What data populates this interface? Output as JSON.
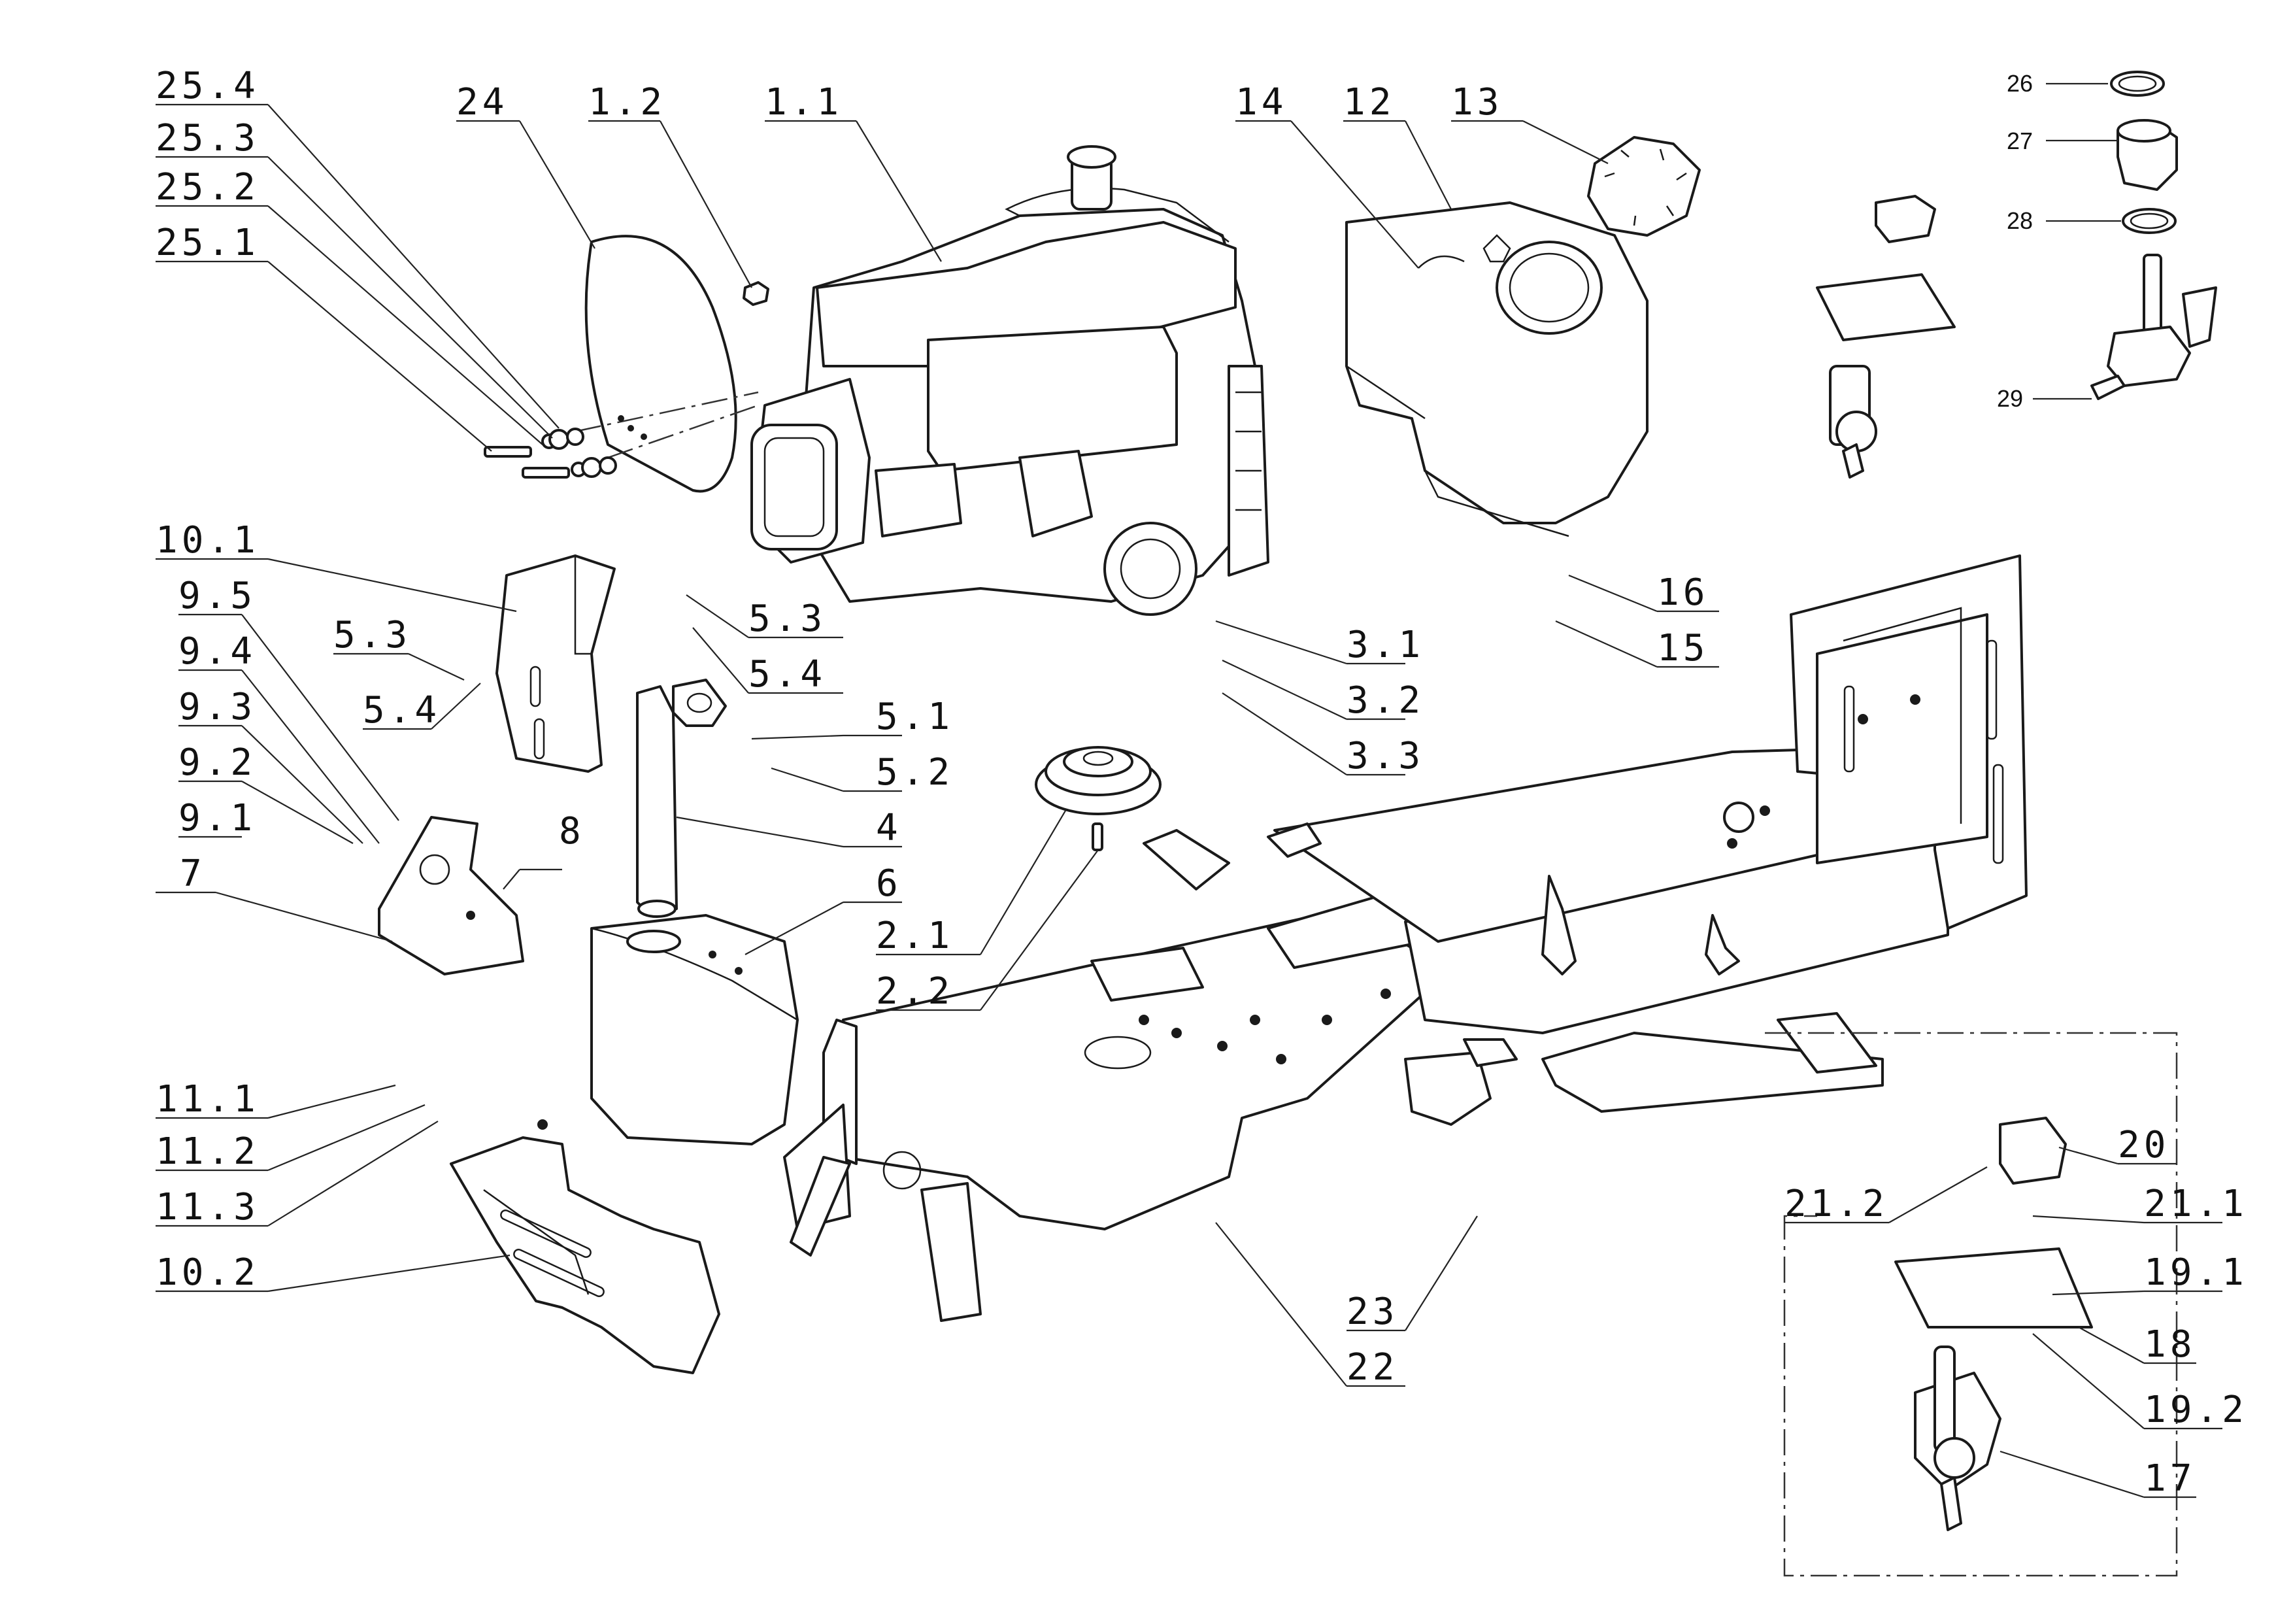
{
  "labels": {
    "l25_4": "25.4",
    "l25_3": "25.3",
    "l25_2": "25.2",
    "l25_1": "25.1",
    "l24": "24",
    "l1_2": "1.2",
    "l1_1": "1.1",
    "l14": "14",
    "l12": "12",
    "l13": "13",
    "l26": "26",
    "l27": "27",
    "l28": "28",
    "l29": "29",
    "l10_1": "10.1",
    "l9_5": "9.5",
    "l9_4": "9.4",
    "l9_3": "9.3",
    "l9_2": "9.2",
    "l9_1": "9.1",
    "l7": "7",
    "l8": "8",
    "l5_3a": "5.3",
    "l5_4a": "5.4",
    "l5_3b": "5.3",
    "l5_4b": "5.4",
    "l5_1": "5.1",
    "l5_2": "5.2",
    "l4": "4",
    "l6": "6",
    "l2_1": "2.1",
    "l2_2": "2.2",
    "l3_1": "3.1",
    "l3_2": "3.2",
    "l3_3": "3.3",
    "l16": "16",
    "l15": "15",
    "l11_1": "11.1",
    "l11_2": "11.2",
    "l11_3": "11.3",
    "l10_2": "10.2",
    "l23": "23",
    "l22": "22",
    "l20": "20",
    "l21_2": "21.2",
    "l21_1": "21.1",
    "l19_1": "19.1",
    "l18": "18",
    "l19_2": "19.2",
    "l17": "17"
  }
}
